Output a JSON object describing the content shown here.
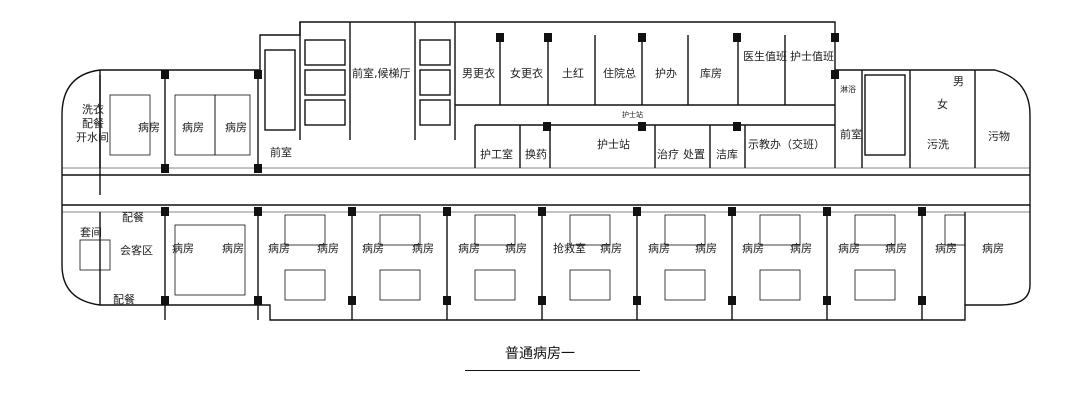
{
  "plan": {
    "caption": "普通病房一",
    "north_labels": {
      "lobby": "前室,候梯厅",
      "male_changing": "男更衣",
      "female_changing": "女更衣",
      "nurse_leader": "土红",
      "resident_doctor": "住院总",
      "nurse_office": "护办",
      "warehouse": "库房",
      "doctor_duty": "医生值班",
      "nurse_duty": "护士值班",
      "washing_1": "洗衣",
      "washing_2": "配餐",
      "washing_3": "开水间",
      "ward_nw1": "病房",
      "ward_nw2": "病房",
      "ward_nw3": "病房",
      "front_room": "前室",
      "nurse_work": "护工室",
      "dressing": "换药",
      "nurse_station": "护士站",
      "treatment": "治疗",
      "disposal": "处置",
      "clean_store": "洁库",
      "demo_office": "示教办（交班）",
      "front_room_e": "前室",
      "dirty_wash": "污洗",
      "dirty_items": "污物",
      "wc_male": "男",
      "wc_female": "女",
      "shower": "淋浴",
      "station_sign": "护士站"
    },
    "south_labels": {
      "lounge": "套间",
      "pantry": "配餐",
      "reception": "会客区",
      "pantry2": "配餐",
      "rescue": "抢救室",
      "ward": "病房"
    }
  }
}
